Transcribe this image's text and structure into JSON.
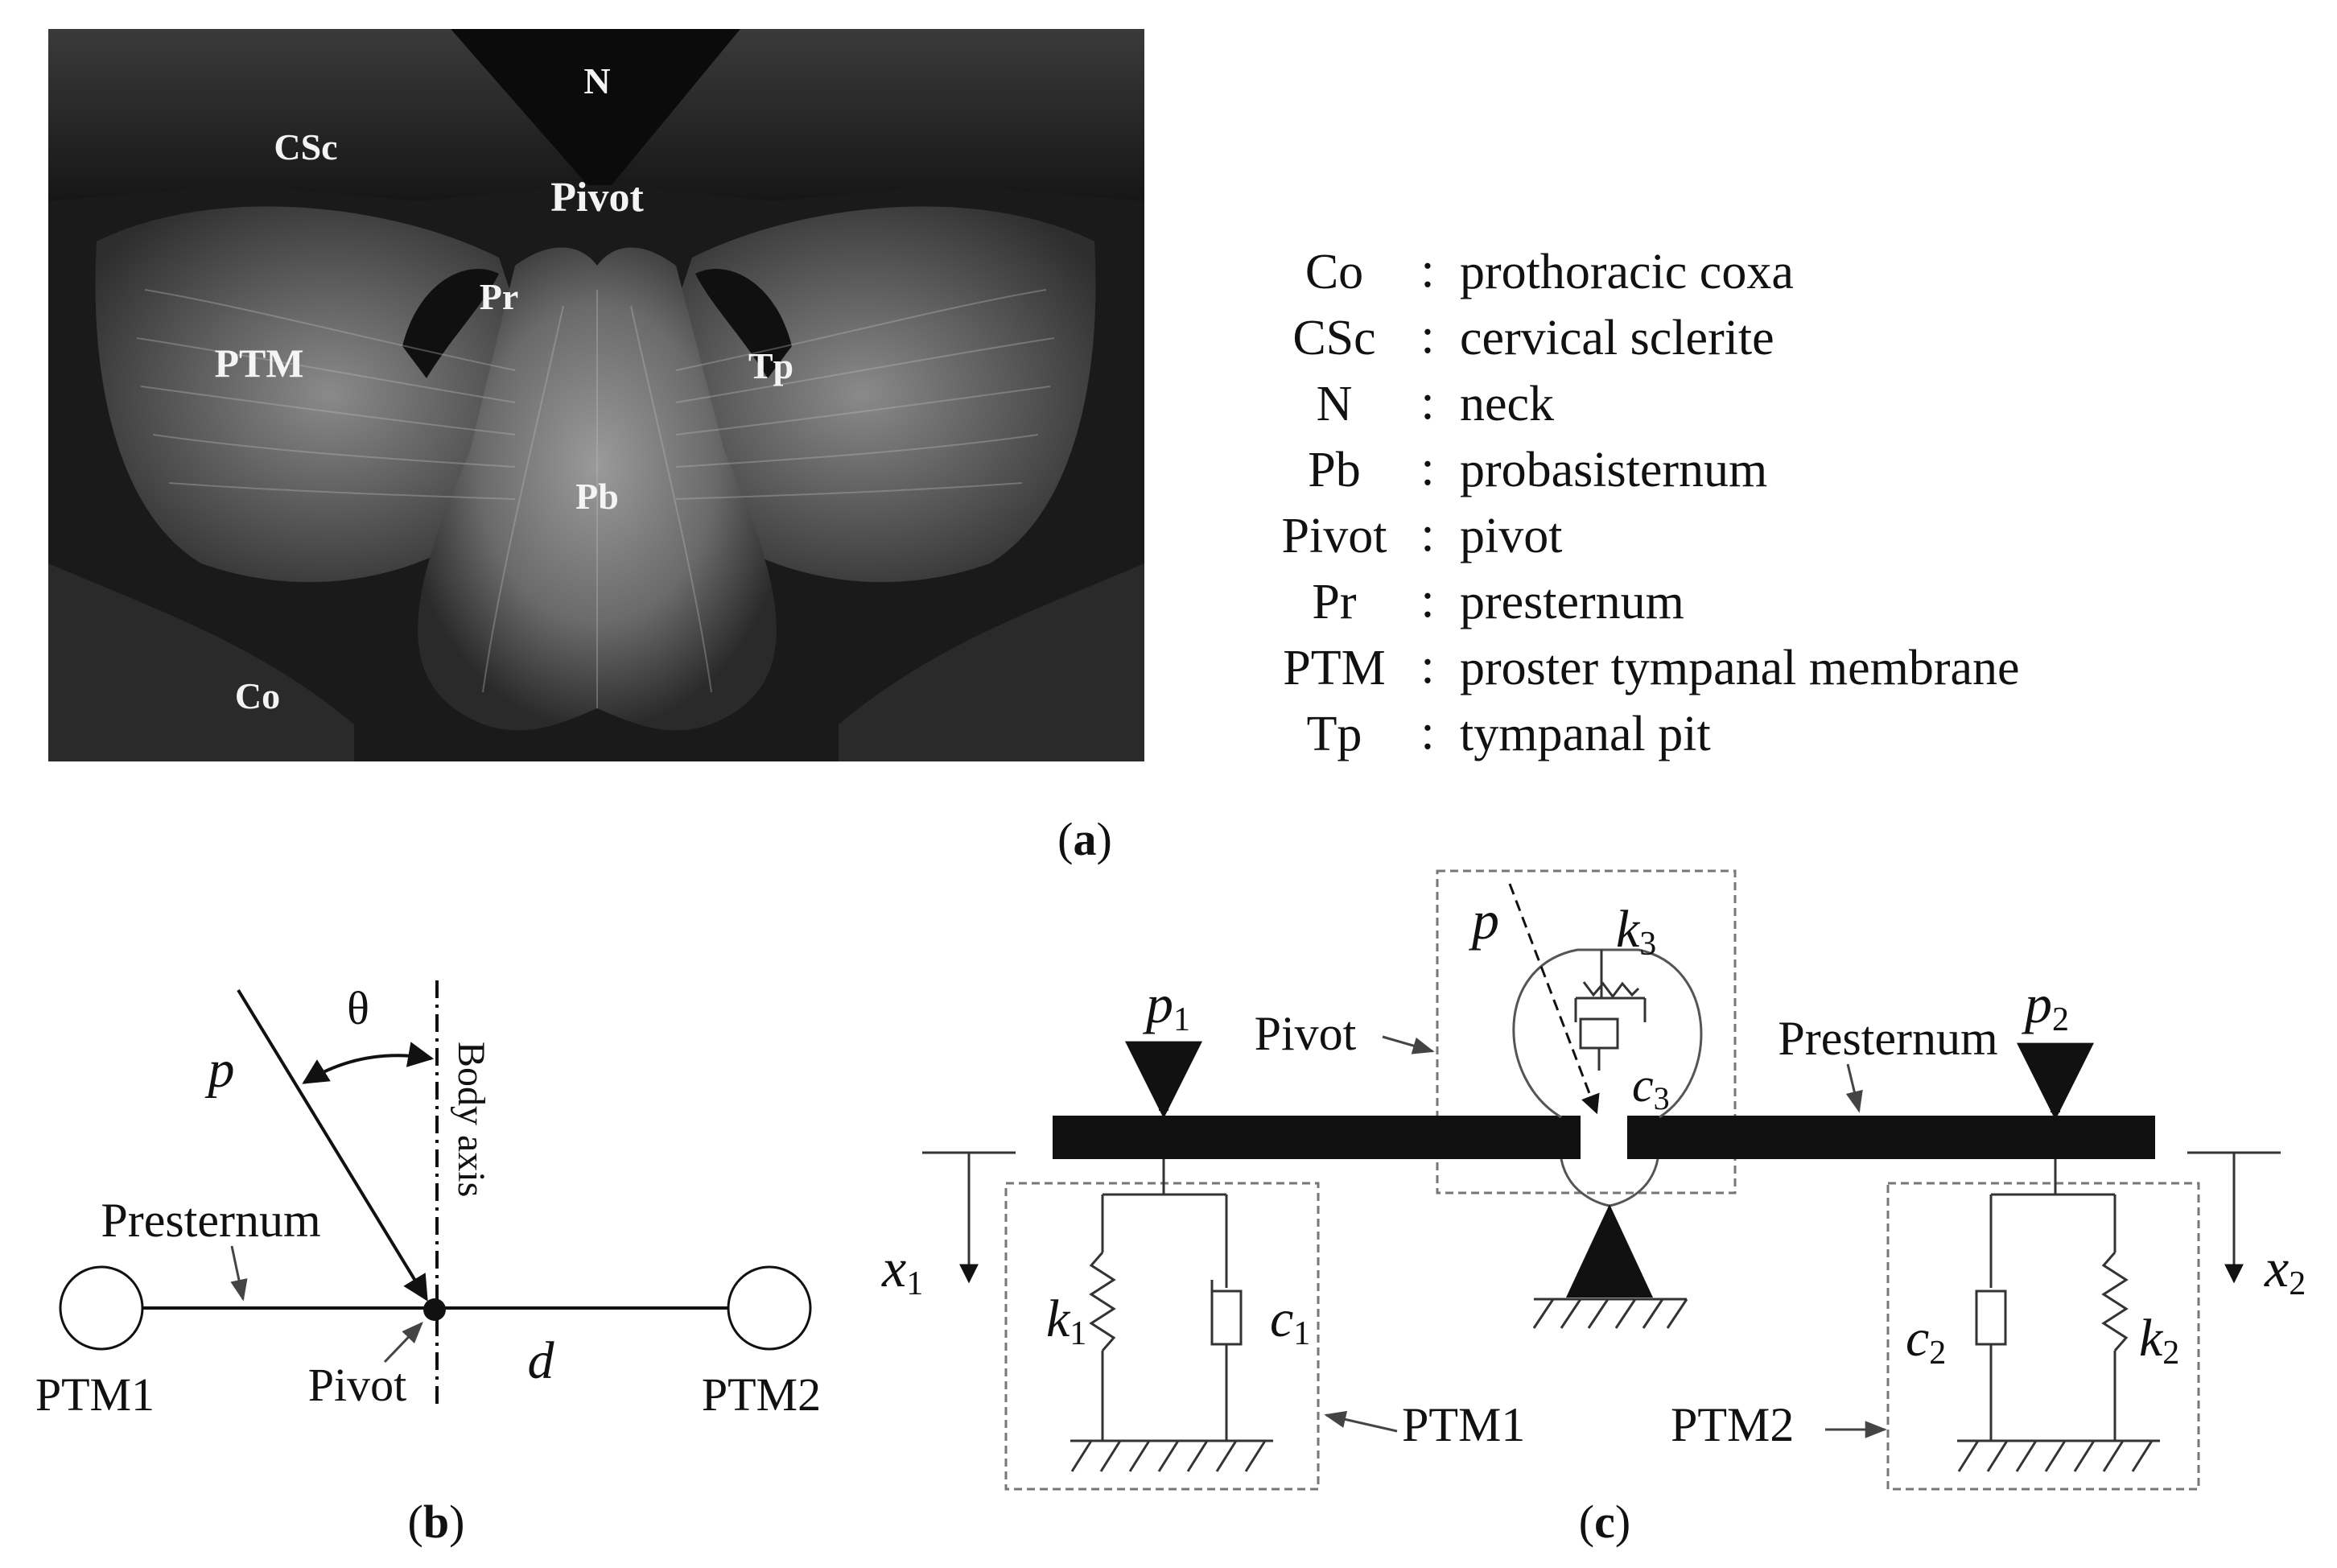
{
  "panel_a": {
    "caption_open": "(",
    "caption_letter": "a",
    "caption_close": ")",
    "photo_labels": {
      "N": "N",
      "CSc": "CSc",
      "Pivot": "Pivot",
      "Pr": "Pr",
      "PTM": "PTM",
      "Tp": "Tp",
      "Pb": "Pb",
      "Co": "Co"
    },
    "legend": [
      {
        "abbr": "Co",
        "sep": ":",
        "desc": "prothoracic coxa"
      },
      {
        "abbr": "CSc",
        "sep": ":",
        "desc": "cervical sclerite"
      },
      {
        "abbr": "N",
        "sep": ":",
        "desc": "neck"
      },
      {
        "abbr": "Pb",
        "sep": ":",
        "desc": "probasisternum"
      },
      {
        "abbr": "Pivot",
        "sep": ":",
        "desc": "pivot"
      },
      {
        "abbr": "Pr",
        "sep": ":",
        "desc": "presternum"
      },
      {
        "abbr": "PTM",
        "sep": ":",
        "desc": "proster tympanal membrane"
      },
      {
        "abbr": "Tp",
        "sep": ":",
        "desc": "tympanal pit"
      }
    ]
  },
  "panel_b": {
    "caption_open": "(",
    "caption_letter": "b",
    "caption_close": ")",
    "theta": "θ",
    "p": "p",
    "body_axis": "Body axis",
    "presternum": "Presternum",
    "pivot": "Pivot",
    "d": "d",
    "ptm1": "PTM1",
    "ptm2": "PTM2"
  },
  "panel_c": {
    "caption_open": "(",
    "caption_letter": "c",
    "caption_close": ")",
    "p": "p",
    "k3": "k",
    "k3_sub": "3",
    "c3": "c",
    "c3_sub": "3",
    "p1": "p",
    "p1_sub": "1",
    "p2": "p",
    "p2_sub": "2",
    "pivot": "Pivot",
    "presternum": "Presternum",
    "x1": "x",
    "x1_sub": "1",
    "x2": "x",
    "x2_sub": "2",
    "k1": "k",
    "k1_sub": "1",
    "c1": "c",
    "c1_sub": "1",
    "c2": "c",
    "c2_sub": "2",
    "k2": "k",
    "k2_sub": "2",
    "ptm1": "PTM1",
    "ptm2": "PTM2"
  },
  "colors": {
    "ink": "#111111",
    "photo_bg": "#1a1a1a",
    "photo_label": "#f4f4f4",
    "dashed_box": "#777777"
  }
}
